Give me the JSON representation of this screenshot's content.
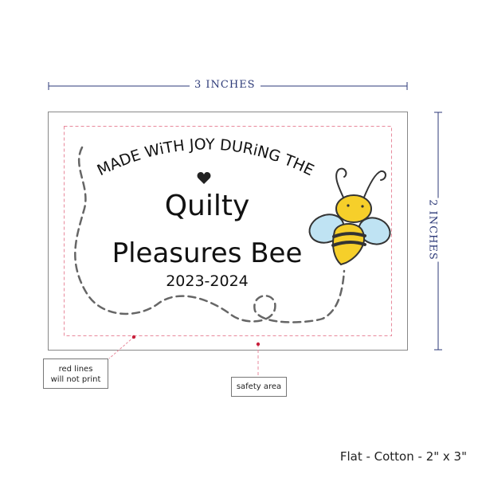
{
  "dimensions": {
    "width_label": "3 INCHES",
    "height_label": "2 INCHES"
  },
  "label": {
    "arc_text": "MADE WiTH JOY DURiNG THE",
    "title_line1": "Quilty",
    "title_line2": "Pleasures Bee",
    "years": "2023-2024"
  },
  "callouts": {
    "red_lines": [
      "red lines",
      "will not print"
    ],
    "safety": "safety area"
  },
  "footer": "Flat - Cotton - 2\" x 3\"",
  "colors": {
    "dimension": "#2d3a78",
    "safety_line": "#e88a9c",
    "dot": "#c8203c",
    "bee_yellow": "#f6cf2a",
    "wing": "#bfe3f3"
  }
}
